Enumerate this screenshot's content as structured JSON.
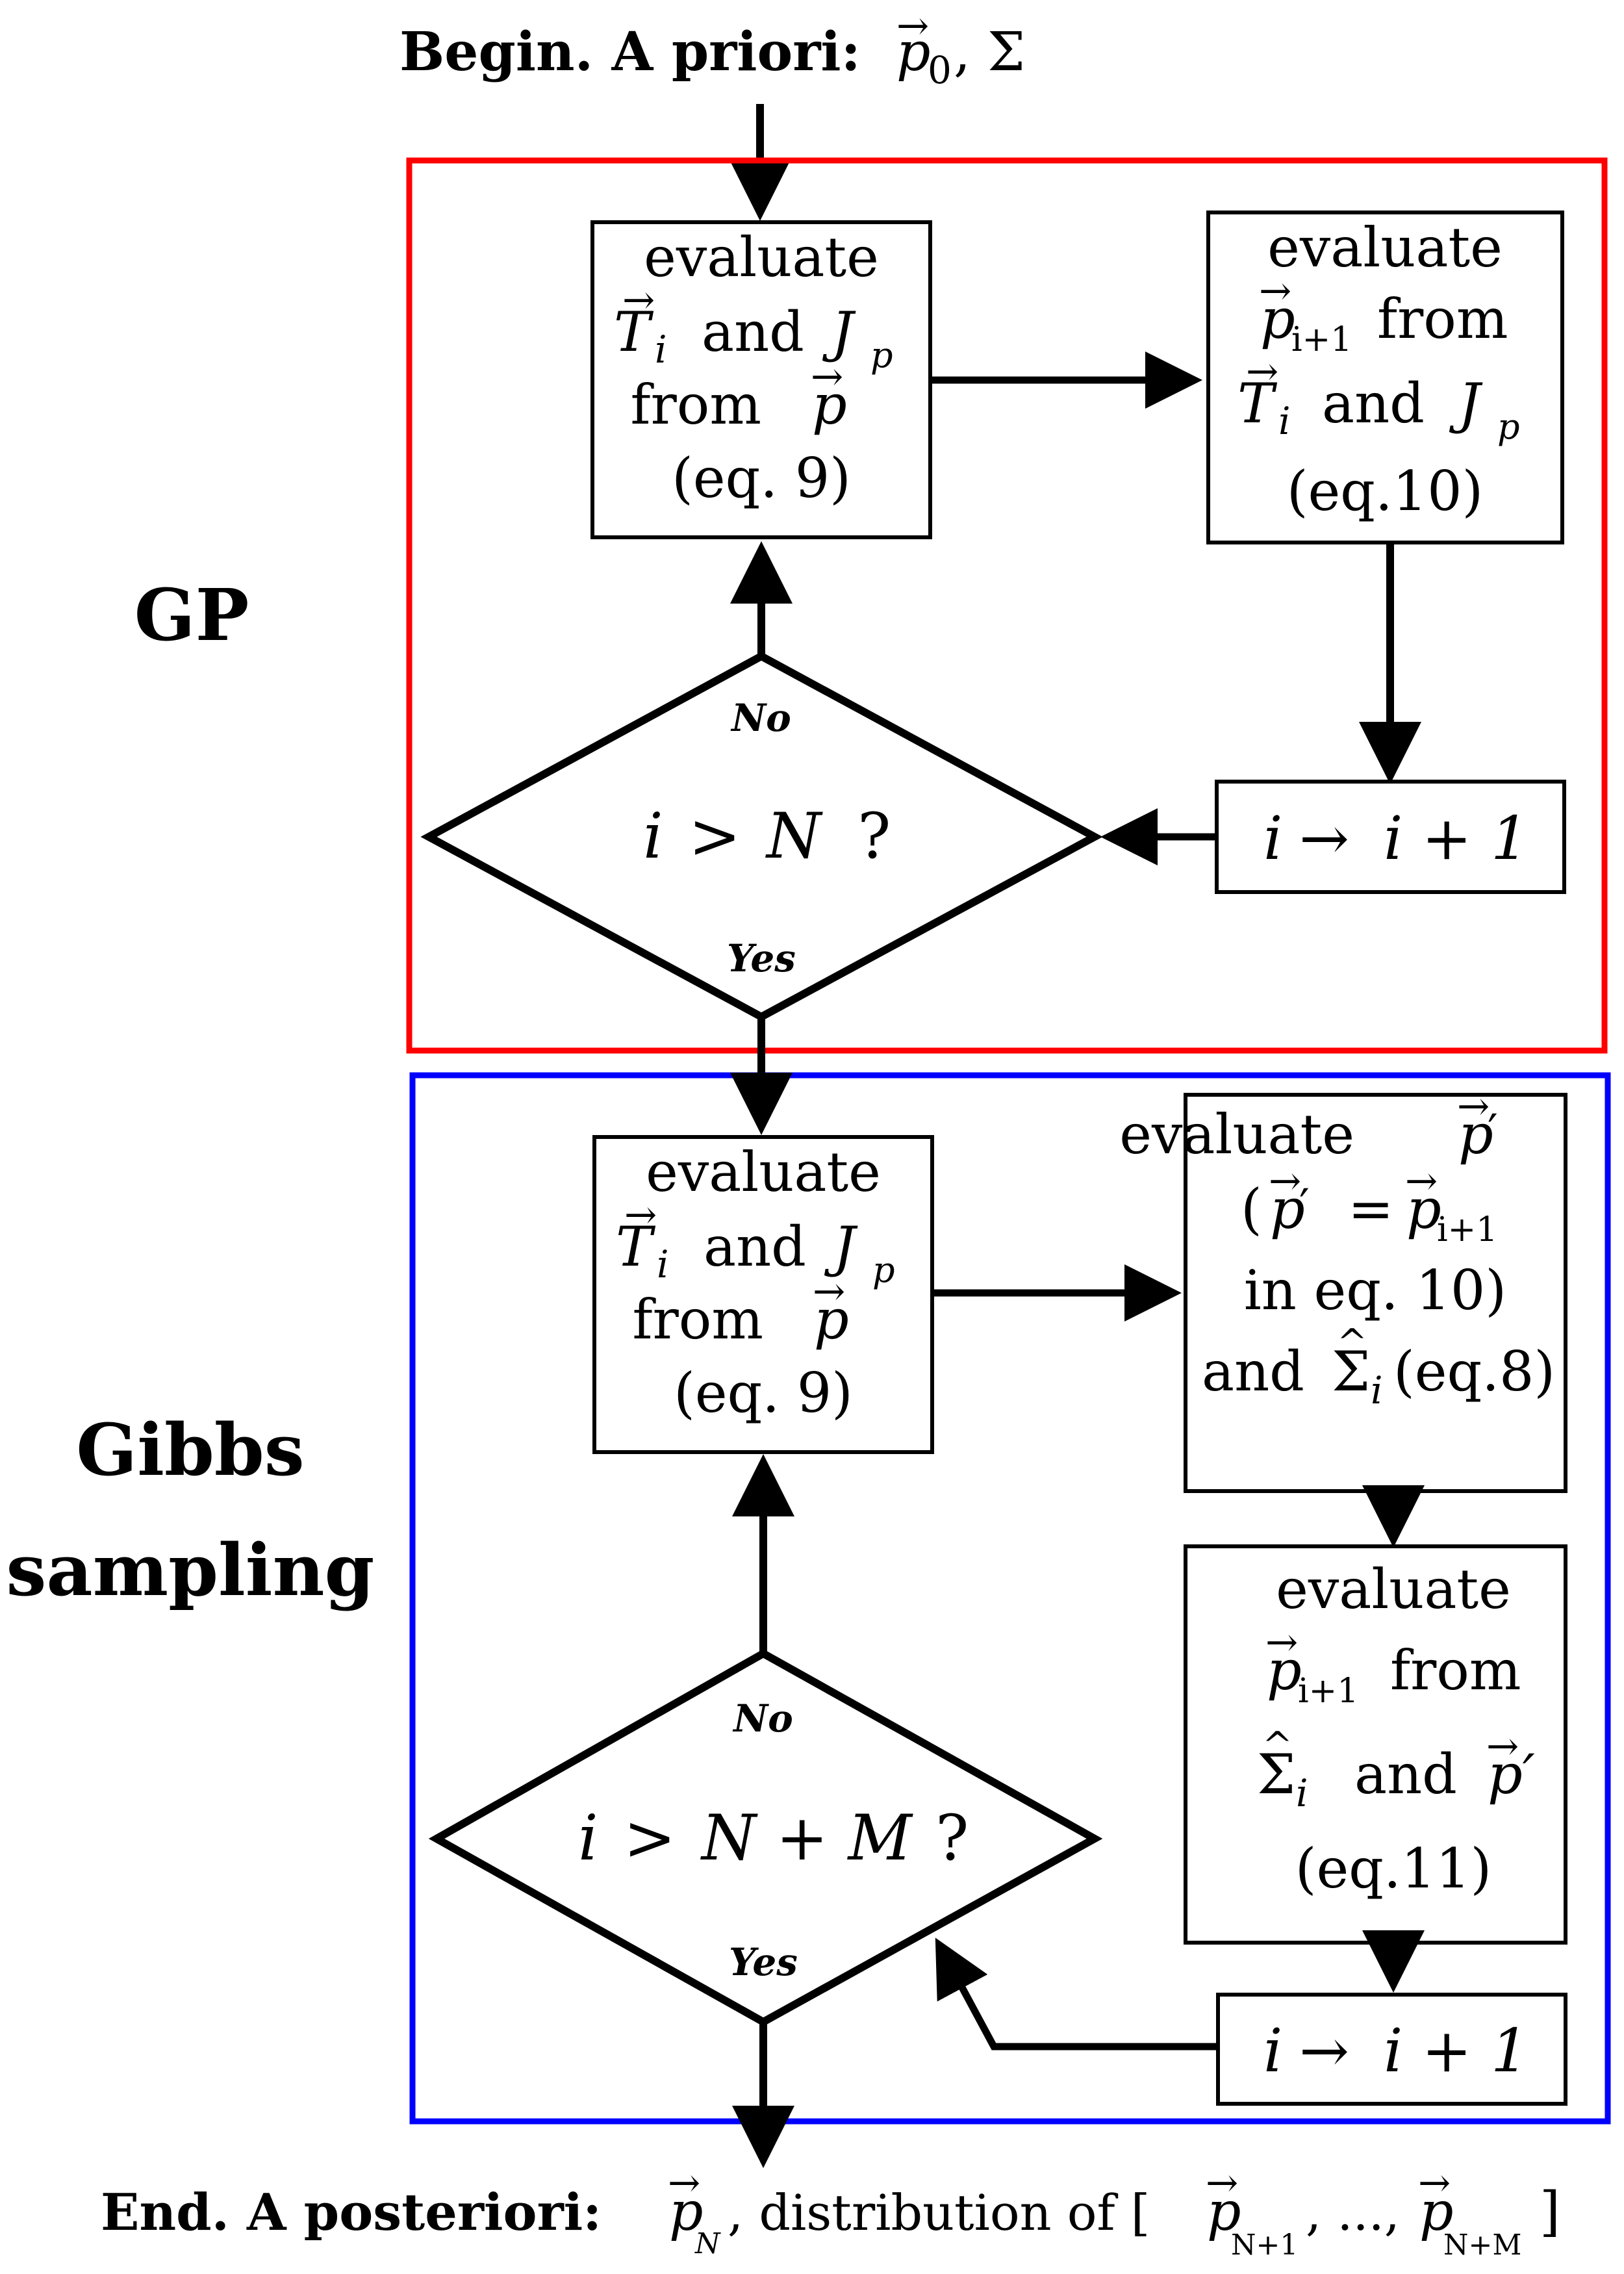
{
  "begin": {
    "label": "Begin. A priori:",
    "vec": "p",
    "sub": "0",
    "rest": ", Σ"
  },
  "end": {
    "label": "End. A posteriori:",
    "vec_n": "p",
    "sub_n": "N",
    "mid": ", distribution of [",
    "vec_a": "p",
    "sub_a": "N+1",
    "dots": ", ...,",
    "vec_b": "p",
    "sub_b": "N+M",
    "close": "]"
  },
  "gp": {
    "title": "GP",
    "color": "#ff0000",
    "box_eval_t": {
      "l1": "evaluate",
      "T": "T",
      "i": "i",
      "and": "and",
      "J": "J",
      "jsub": "p",
      "from": "from",
      "p": "p",
      "eq": "(eq. 9)"
    },
    "box_eval_p": {
      "l1": "evaluate",
      "p": "p",
      "sub": "i+1",
      "from": "from",
      "T": "T",
      "i": "i",
      "and": "and",
      "J": "J",
      "jsub": "p",
      "eq": "(eq.10)"
    },
    "increment": {
      "i": "i",
      "arrow": "→",
      "rhs": "i + 1"
    },
    "decision": {
      "lhs": "i",
      "op": ">",
      "rhs": "N",
      "q": "?",
      "no": "No",
      "yes": "Yes"
    }
  },
  "gibbs": {
    "title_l1": "Gibbs",
    "title_l2": "sampling",
    "color": "#0000ff",
    "box_eval_t": {
      "l1": "evaluate",
      "T": "T",
      "i": "i",
      "and": "and",
      "J": "J",
      "jsub": "p",
      "from": "from",
      "p": "p",
      "eq": "(eq. 9)"
    },
    "box_eval_pprime": {
      "l1": "evaluate",
      "p": "p",
      "prime": "′",
      "open": "(",
      "eqsign": "=",
      "sub": "i+1",
      "l3": "in eq. 10)",
      "and": "and",
      "sigma": "Σ",
      "eq": "(eq.8)"
    },
    "box_eval_pnext": {
      "l1": "evaluate",
      "p": "p",
      "sub": "i+1",
      "from": "from",
      "sigma": "Σ",
      "i": "i",
      "and": "and",
      "pprime": "p′",
      "eq": "(eq.11)"
    },
    "increment": {
      "i": "i",
      "arrow": "→",
      "rhs": "i + 1"
    },
    "decision": {
      "lhs": "i",
      "op": ">",
      "rhs": "N + M",
      "q": "?",
      "no": "No",
      "yes": "Yes"
    }
  }
}
